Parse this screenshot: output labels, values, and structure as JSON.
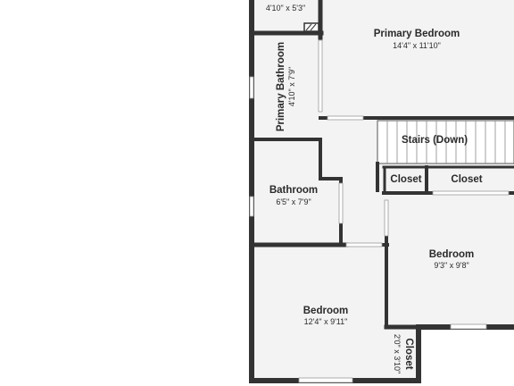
{
  "rooms": {
    "laundry": {
      "dimensions": "4'10\" x 5'3\""
    },
    "primary_bedroom": {
      "name": "Primary Bedroom",
      "dimensions": "14'4\" x 11'10\""
    },
    "primary_bathroom": {
      "name": "Primary Bathroom",
      "dimensions": "4'10\" x 7'9\""
    },
    "stairs": {
      "name": "Stairs (Down)"
    },
    "closet_left": {
      "name": "Closet"
    },
    "closet_right": {
      "name": "Closet"
    },
    "bathroom": {
      "name": "Bathroom",
      "dimensions": "6'5\" x 7'9\""
    },
    "bedroom_right": {
      "name": "Bedroom",
      "dimensions": "9'3\" x 9'8\""
    },
    "bedroom_bottom": {
      "name": "Bedroom",
      "dimensions": "12'4\" x 9'11\""
    },
    "closet_small": {
      "name": "Closet",
      "dimensions": "2'0\" x 3'10\""
    }
  },
  "colors": {
    "floor": "#f3f3f3",
    "wall": "#333333",
    "stairs": "#ffffff"
  }
}
